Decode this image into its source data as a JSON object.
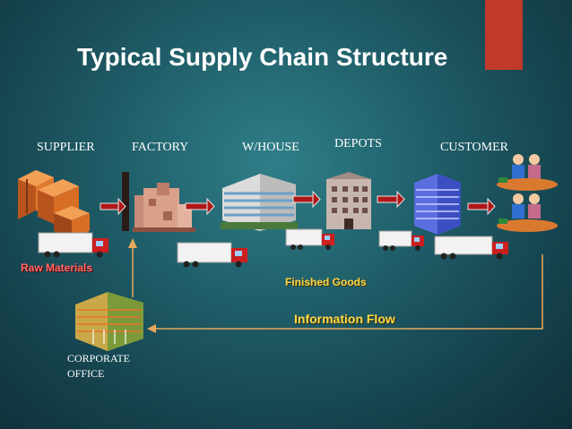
{
  "title": "Typical Supply Chain Structure",
  "stages": {
    "supplier": "SUPPLIER",
    "factory": "FACTORY",
    "warehouse": "W/HOUSE",
    "depots": "DEPOTS",
    "customer": "CUSTOMER"
  },
  "flows": {
    "raw_materials": "Raw Materials",
    "finished_goods": "Finished Goods",
    "information_flow": "Information Flow"
  },
  "corporate_office": {
    "line1": "CORPORATE",
    "line2": "OFFICE"
  },
  "colors": {
    "background": "#1f5e69",
    "accent_red": "#c0392b",
    "raw_materials_text": "#ff6b6b",
    "flow_text": "#ffd84a",
    "info_line": "#e8a85a"
  }
}
